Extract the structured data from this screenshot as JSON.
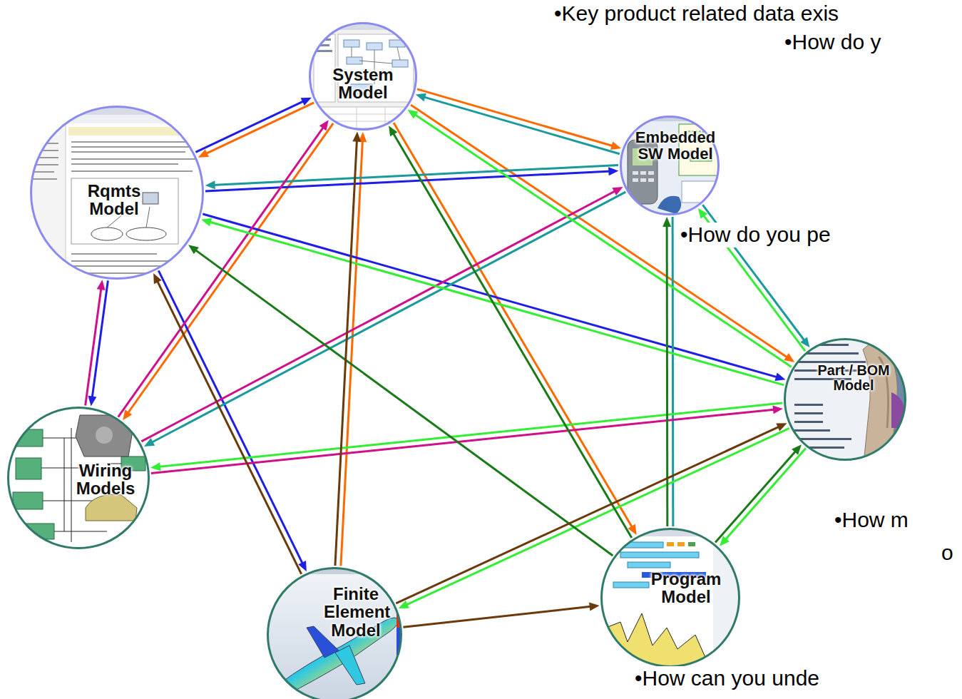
{
  "diagram": {
    "nodes": [
      {
        "text": [
          "System Model"
        ]
      },
      {
        "text": [
          "Embedded SW Model"
        ]
      },
      {
        "text": [
          "Rqmts Model"
        ]
      },
      {
        "text": [
          "Part / BOM Model"
        ]
      },
      {
        "text": [
          "Wiring Models"
        ]
      },
      {
        "text": [
          "Finite Element Model"
        ]
      },
      {
        "text": [
          "Program Model"
        ]
      }
    ],
    "edges": [
      {
        "from": 0,
        "to": 2,
        "arrow": "to"
      },
      {
        "from": 0,
        "to": 1,
        "arrow": "to"
      },
      {
        "from": 0,
        "to": 3,
        "arrow": "to"
      },
      {
        "from": 0,
        "to": 6,
        "arrow": "to"
      },
      {
        "from": 0,
        "to": 4,
        "arrow": "to"
      },
      {
        "from": 5,
        "to": 0,
        "arrow": "to"
      },
      {
        "from": 2,
        "to": 0,
        "arrow": "to"
      },
      {
        "from": 2,
        "to": 1,
        "arrow": "to"
      },
      {
        "from": 2,
        "to": 3,
        "arrow": "to"
      },
      {
        "from": 2,
        "to": 4,
        "arrow": "to"
      },
      {
        "from": 2,
        "to": 5,
        "arrow": "to"
      },
      {
        "from": 1,
        "to": 0,
        "arrow": "to"
      },
      {
        "from": 1,
        "to": 2,
        "arrow": "to"
      },
      {
        "from": 1,
        "to": 4,
        "arrow": "to"
      },
      {
        "from": 1,
        "to": 3,
        "arrow": "to"
      },
      {
        "from": 6,
        "to": 1,
        "arrow": "none"
      },
      {
        "from": 4,
        "to": 0,
        "arrow": "to"
      },
      {
        "from": 4,
        "to": 1,
        "arrow": "to"
      },
      {
        "from": 4,
        "to": 2,
        "arrow": "to"
      },
      {
        "from": 4,
        "to": 3,
        "arrow": "to"
      },
      {
        "from": 3,
        "to": 0,
        "arrow": "to"
      },
      {
        "from": 3,
        "to": 1,
        "arrow": "to"
      },
      {
        "from": 3,
        "to": 2,
        "arrow": "to"
      },
      {
        "from": 3,
        "to": 4,
        "arrow": "to"
      },
      {
        "from": 3,
        "to": 5,
        "arrow": "to"
      },
      {
        "from": 3,
        "to": 6,
        "arrow": "to"
      },
      {
        "from": 6,
        "to": 0,
        "arrow": "to"
      },
      {
        "from": 6,
        "to": 1,
        "arrow": "to"
      },
      {
        "from": 6,
        "to": 2,
        "arrow": "to"
      },
      {
        "from": 6,
        "to": 3,
        "arrow": "to"
      },
      {
        "from": 5,
        "to": 0,
        "arrow": "to"
      },
      {
        "from": 5,
        "to": 2,
        "arrow": "to"
      },
      {
        "from": 5,
        "to": 3,
        "arrow": "to"
      },
      {
        "from": 5,
        "to": 6,
        "arrow": "to"
      }
    ],
    "labels": [
      "•Key product related data exis",
      "•How do y",
      "•How do you pe",
      "•How m",
      "o",
      "•How can you unde"
    ]
  }
}
